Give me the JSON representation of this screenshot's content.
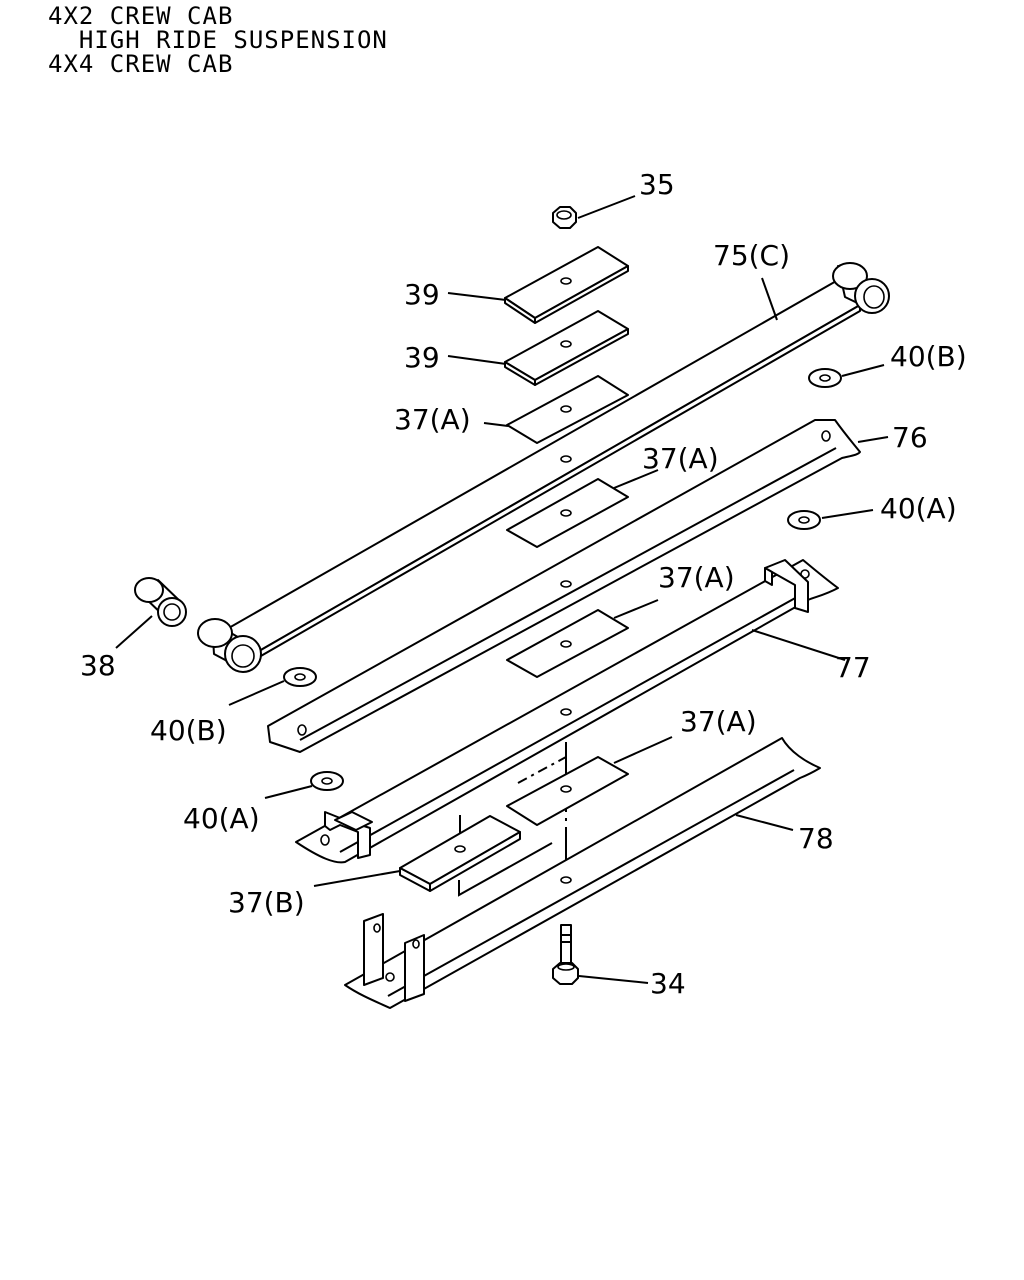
{
  "header": {
    "line1": "4X2 CREW CAB",
    "line2": "  HIGH RIDE SUSPENSION",
    "line3": "4X4 CREW CAB"
  },
  "callouts": {
    "p35": "35",
    "p75c": "75(C)",
    "p39a": "39",
    "p39b": "39",
    "p40b_top": "40(B)",
    "p37a_1": "37(A)",
    "p76": "76",
    "p37a_2": "37(A)",
    "p40a_top": "40(A)",
    "p37a_3": "37(A)",
    "p38": "38",
    "p77": "77",
    "p40b_bot": "40(B)",
    "p37a_4": "37(A)",
    "p40a_bot": "40(A)",
    "p78": "78",
    "p37b": "37(B)",
    "p34": "34"
  }
}
